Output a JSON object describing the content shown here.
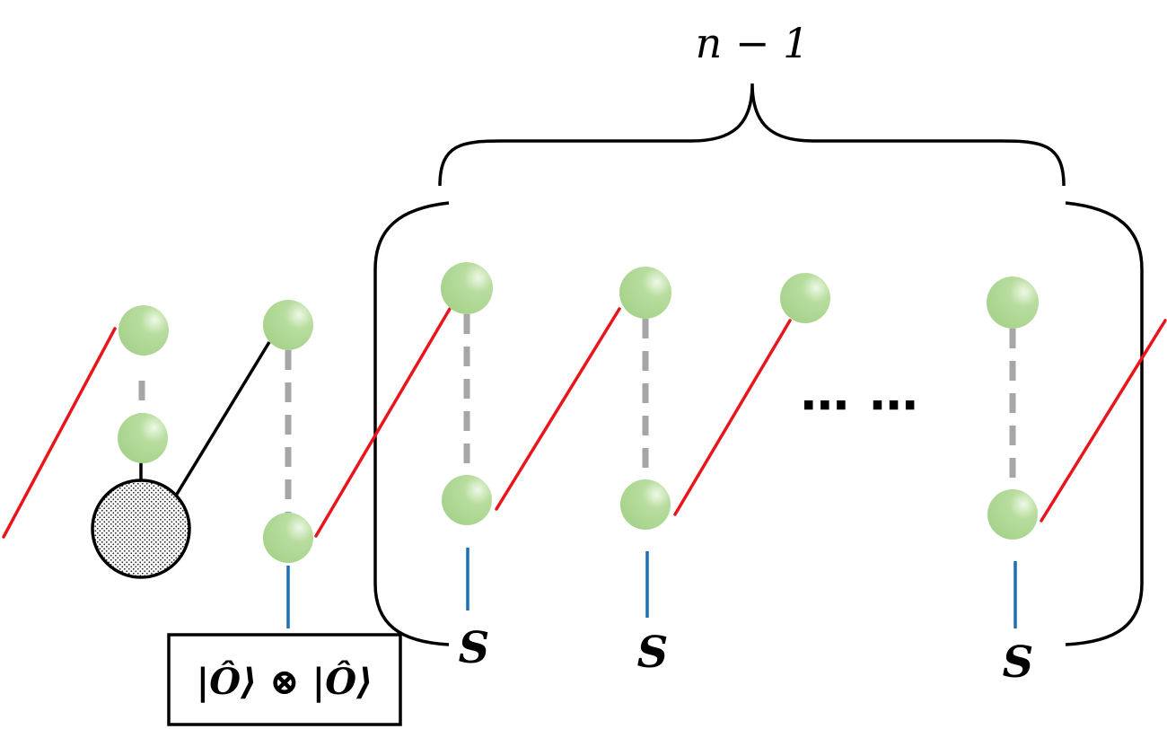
{
  "brace": {
    "label": "n − 1"
  },
  "ellipsis": "⋯ ⋯",
  "site_labels": [
    "S",
    "S",
    "S"
  ],
  "output_box": {
    "text": "|Ô⟩ ⊗ |Ô⟩"
  },
  "colors": {
    "node_fill": "#a9d58d",
    "node_highlight": "#e4f3d6",
    "bond_red": "#e8151b",
    "dashed_gray": "#a6a6a6",
    "physical_blue": "#1f6fb4",
    "outline": "#000000"
  }
}
